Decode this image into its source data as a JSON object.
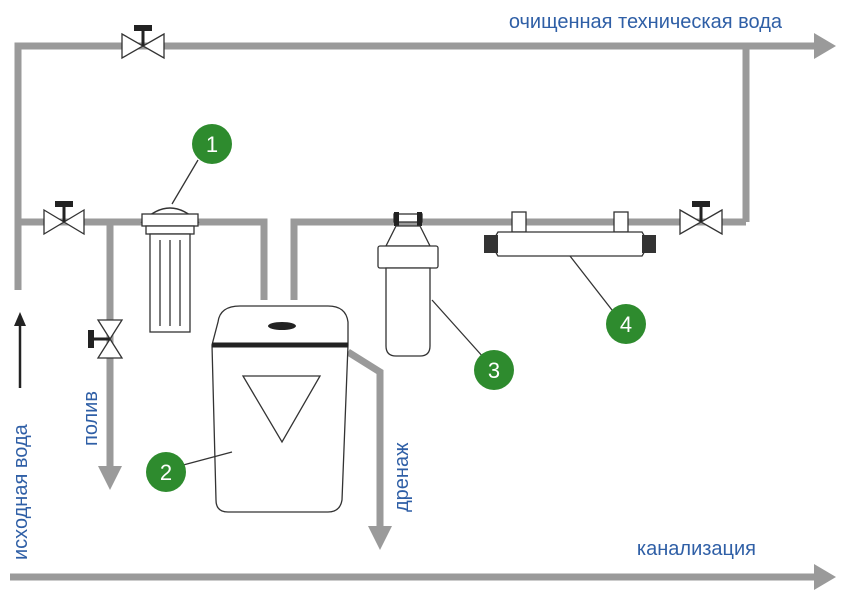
{
  "labels": {
    "clean_water": "очищенная техническая вода",
    "source_water": "исходная вода",
    "watering": "полив",
    "drain": "дренаж",
    "sewer": "канализация"
  },
  "markers": [
    "1",
    "2",
    "3",
    "4"
  ],
  "colors": {
    "pipe": "#9a9a9a",
    "label_text": "#2f5fa6",
    "marker_fill": "#2e8b2e",
    "outline": "#333333",
    "valve_handle": "#222222"
  }
}
